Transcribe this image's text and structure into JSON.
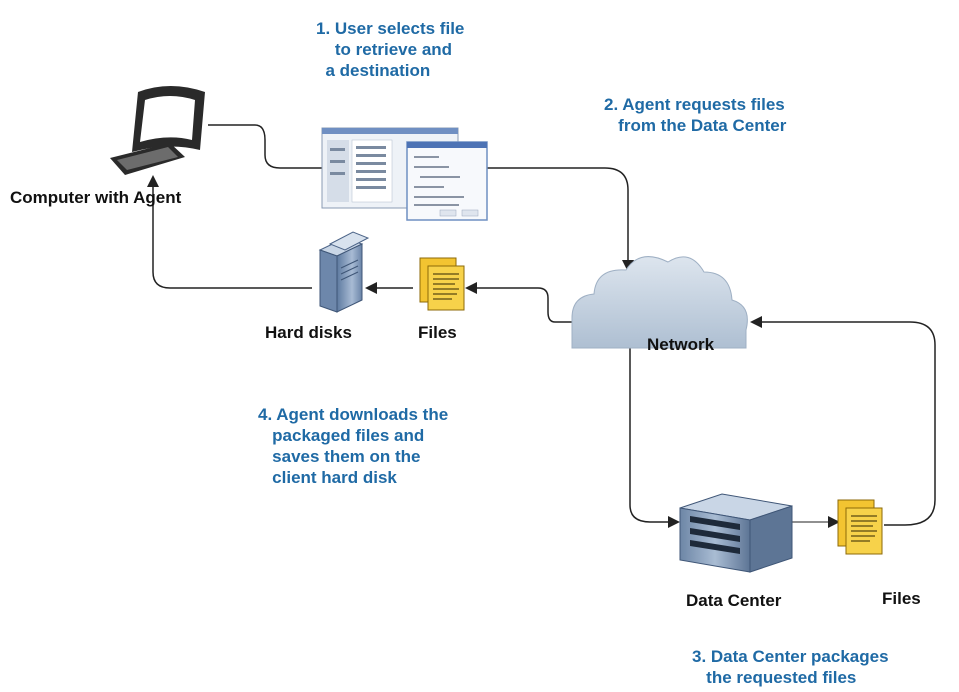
{
  "colors": {
    "step_text": "#1f6aa5",
    "label_text": "#111111",
    "connector": "#222222",
    "cloud_fill": "#c7d4e2",
    "document_fill": "#f7d24a",
    "server_fill": "#8fa6c1"
  },
  "nodes": {
    "computer": {
      "label": "Computer with Agent",
      "icon": "computer-icon"
    },
    "hard_disks": {
      "label": "Hard disks",
      "icon": "hard-disk-icon"
    },
    "files_client": {
      "label": "Files",
      "icon": "documents-icon"
    },
    "network": {
      "label": "Network",
      "icon": "cloud-icon"
    },
    "data_center": {
      "label": "Data Center",
      "icon": "server-icon"
    },
    "files_server": {
      "label": "Files",
      "icon": "documents-icon"
    },
    "file_dialog": {
      "icon": "file-selection-dialog-screenshot"
    }
  },
  "steps": {
    "step1": "1. User selects file\n    to retrieve and\n  a destination",
    "step2": "2. Agent requests files\n   from the Data Center",
    "step3": "3. Data Center packages\n   the requested files",
    "step4": "4. Agent downloads the\n   packaged files and\n   saves them on the\n   client hard disk"
  }
}
